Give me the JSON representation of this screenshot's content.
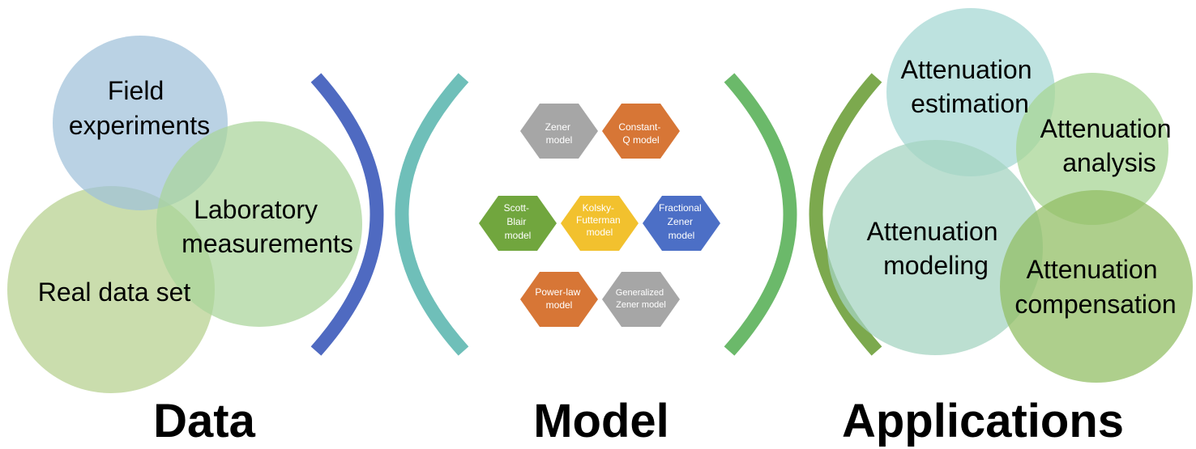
{
  "sections": {
    "data": {
      "title": "Data",
      "items": [
        {
          "lines": [
            "Field",
            "experiments"
          ],
          "color": "#9fc1d9"
        },
        {
          "lines": [
            "Laboratory",
            "measurements"
          ],
          "color": "#a9d49a"
        },
        {
          "lines": [
            "Real data set"
          ],
          "color": "#b5d08e"
        }
      ]
    },
    "model": {
      "title": "Model",
      "hexes": [
        {
          "lines": [
            "Zener",
            "model"
          ],
          "color": "#a6a6a6"
        },
        {
          "lines": [
            "Constant-",
            "Q model"
          ],
          "color": "#d77636"
        },
        {
          "lines": [
            "Scott-",
            "Blair",
            "model"
          ],
          "color": "#71a63e"
        },
        {
          "lines": [
            "Kolsky-",
            "Futterman",
            "model"
          ],
          "color": "#f2c12e"
        },
        {
          "lines": [
            "Fractional",
            "Zener",
            "model"
          ],
          "color": "#4c6fc6"
        },
        {
          "lines": [
            "Power-law",
            "model"
          ],
          "color": "#d77636"
        },
        {
          "lines": [
            "Generalized",
            "Zener model"
          ],
          "color": "#a6a6a6"
        }
      ]
    },
    "applications": {
      "title": "Applications",
      "items": [
        {
          "lines": [
            "Attenuation",
            "estimation"
          ],
          "color": "#a7d8d4"
        },
        {
          "lines": [
            "Attenuation",
            "analysis"
          ],
          "color": "#a8d595"
        },
        {
          "lines": [
            "Attenuation",
            "modeling"
          ],
          "color": "#a5d4c1"
        },
        {
          "lines": [
            "Attenuation",
            "compensation"
          ],
          "color": "#93bf66"
        }
      ]
    }
  },
  "brackets": [
    {
      "color": "#4f6ac1"
    },
    {
      "color": "#6fbfb9"
    },
    {
      "color": "#6bb96a"
    },
    {
      "color": "#7ca94e"
    }
  ]
}
